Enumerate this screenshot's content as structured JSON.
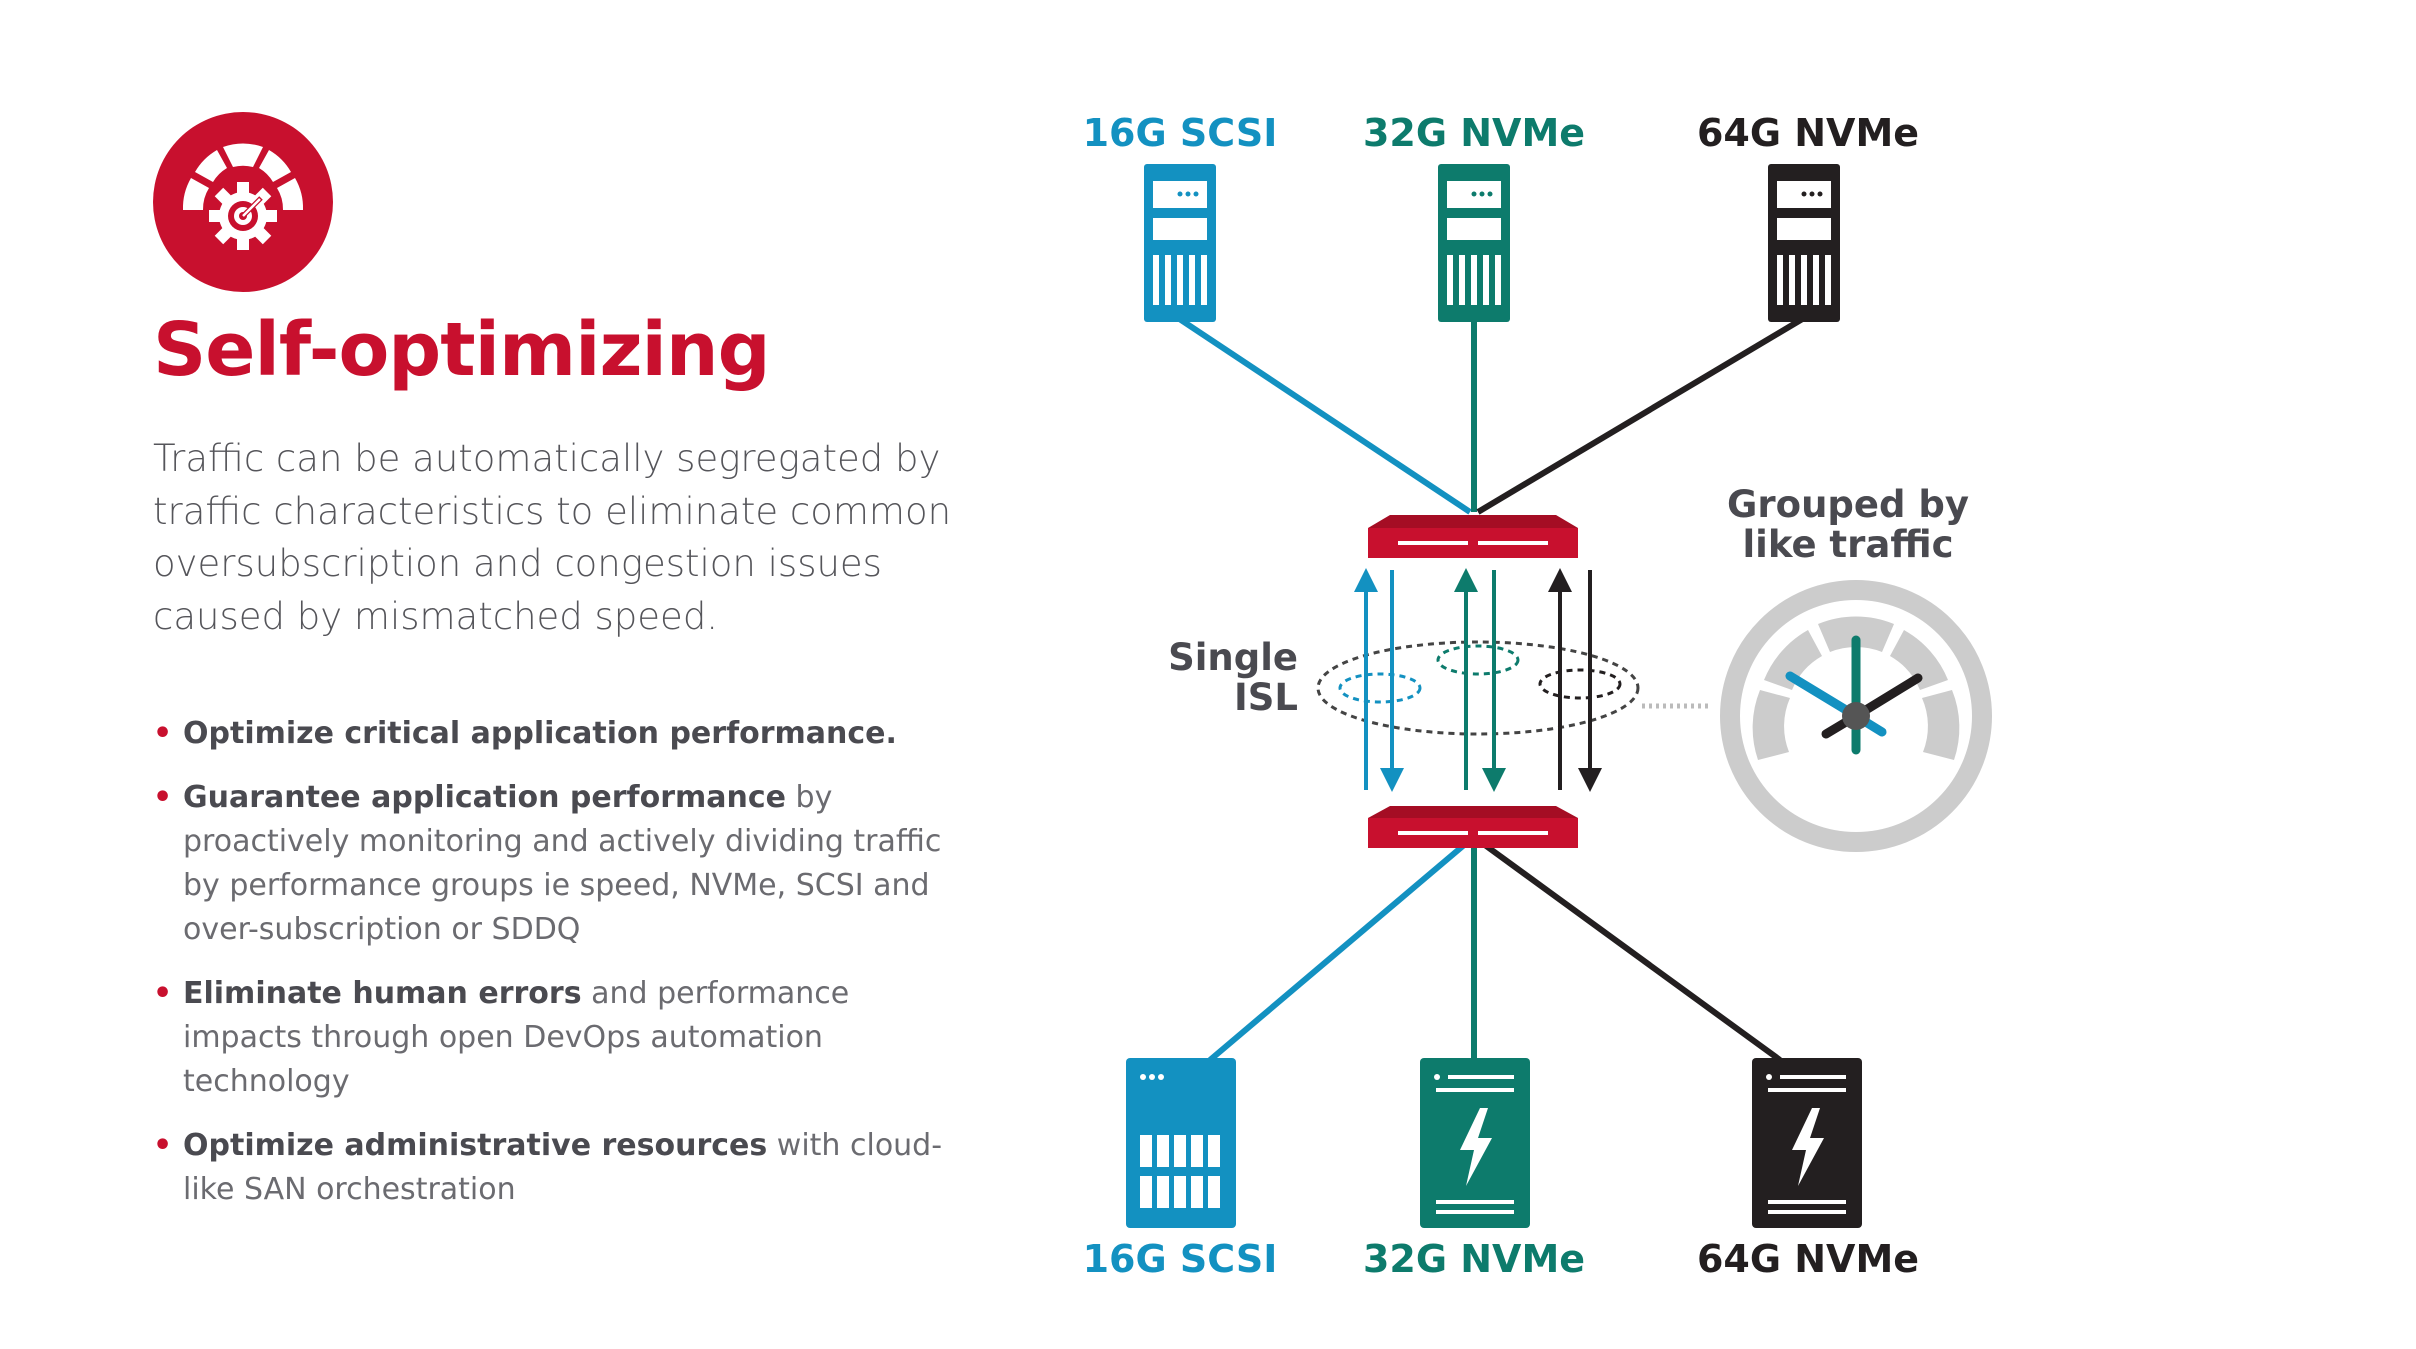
{
  "heading": "Self-optimizing",
  "lead": "Traffic can be automatically segregated by traffic characteristics to eliminate common oversubscription and congestion issues caused by mismatched speed.",
  "bullets": [
    {
      "bold": "Optimize critical application performance.",
      "rest": ""
    },
    {
      "bold": "Guarantee application performance",
      "rest": " by proactively monitoring and actively dividing traffic by performance groups ie speed, NVMe, SCSI and over-subscription or SDDQ"
    },
    {
      "bold": "Eliminate human errors",
      "rest": " and performance impacts through open DevOps automation technology"
    },
    {
      "bold": "Optimize administrative resources",
      "rest": " with cloud-like SAN orchestration"
    }
  ],
  "diagram": {
    "top_servers": [
      {
        "label": "16G SCSI",
        "color": "#1391c1"
      },
      {
        "label": "32G NVMe",
        "color": "#0d7b6c"
      },
      {
        "label": "64G NVMe",
        "color": "#231f20"
      }
    ],
    "bottom_storage": [
      {
        "label": "16G SCSI",
        "color": "#1391c1"
      },
      {
        "label": "32G NVMe",
        "color": "#0d7b6c"
      },
      {
        "label": "64G NVMe",
        "color": "#231f20"
      }
    ],
    "isl_label_line1": "Single",
    "isl_label_line2": "ISL",
    "grouped_line1": "Grouped by",
    "grouped_line2": "like traffic",
    "switch_color": "#c8102e",
    "gauge_color": "#cccccc"
  },
  "icons": [
    "gear-target-icon",
    "server-icon",
    "storage-array-icon",
    "flash-storage-icon",
    "switch-icon",
    "gauge-icon"
  ]
}
